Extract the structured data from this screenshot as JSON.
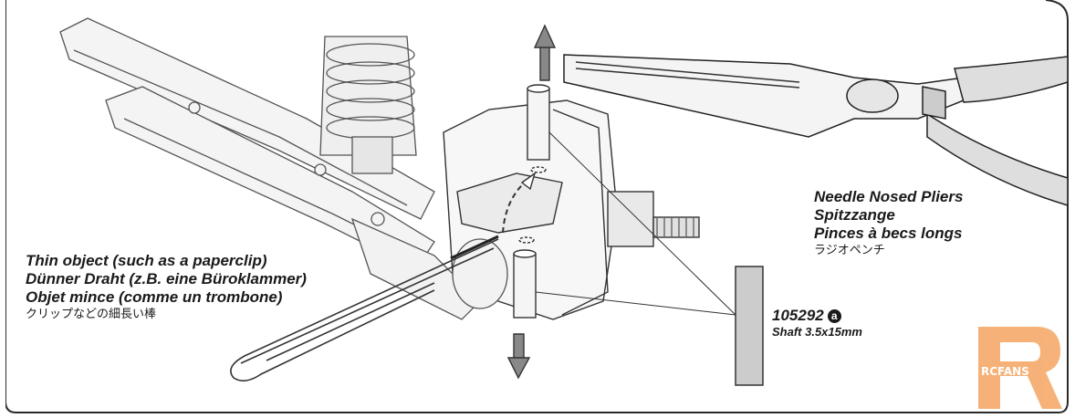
{
  "labels": {
    "thin_object": [
      "Thin object (such as a paperclip)",
      "Dünner Draht (z.B. eine Büroklammer)",
      "Objet mince (comme un trombone)",
      "クリップなどの細長い棒"
    ],
    "pliers": [
      "Needle Nosed Pliers",
      "Spitzzange",
      "Pinces à becs longs",
      "ラジオペンチ"
    ],
    "part": {
      "number": "105292",
      "marker": "a",
      "name": "Shaft 3.5x15mm"
    }
  },
  "logo": {
    "text": "RCFANS",
    "color": "#f4a460"
  },
  "colors": {
    "line": "#2a2a2a",
    "arrow_fill": "#888888",
    "shaft_fill": "#cccccc"
  }
}
